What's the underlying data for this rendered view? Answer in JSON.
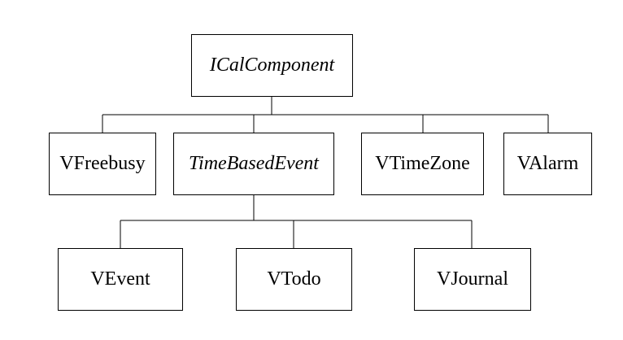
{
  "diagram": {
    "root": {
      "label": "ICalComponent",
      "italic": true
    },
    "level1": [
      {
        "label": "VFreebusy",
        "italic": false
      },
      {
        "label": "TimeBasedEvent",
        "italic": true
      },
      {
        "label": "VTimeZone",
        "italic": false
      },
      {
        "label": "VAlarm",
        "italic": false
      }
    ],
    "level2": [
      {
        "label": "VEvent",
        "italic": false
      },
      {
        "label": "VTodo",
        "italic": false
      },
      {
        "label": "VJournal",
        "italic": false
      }
    ],
    "colors": {
      "line": "#000000",
      "box_border": "#000000",
      "background": "#ffffff"
    }
  }
}
